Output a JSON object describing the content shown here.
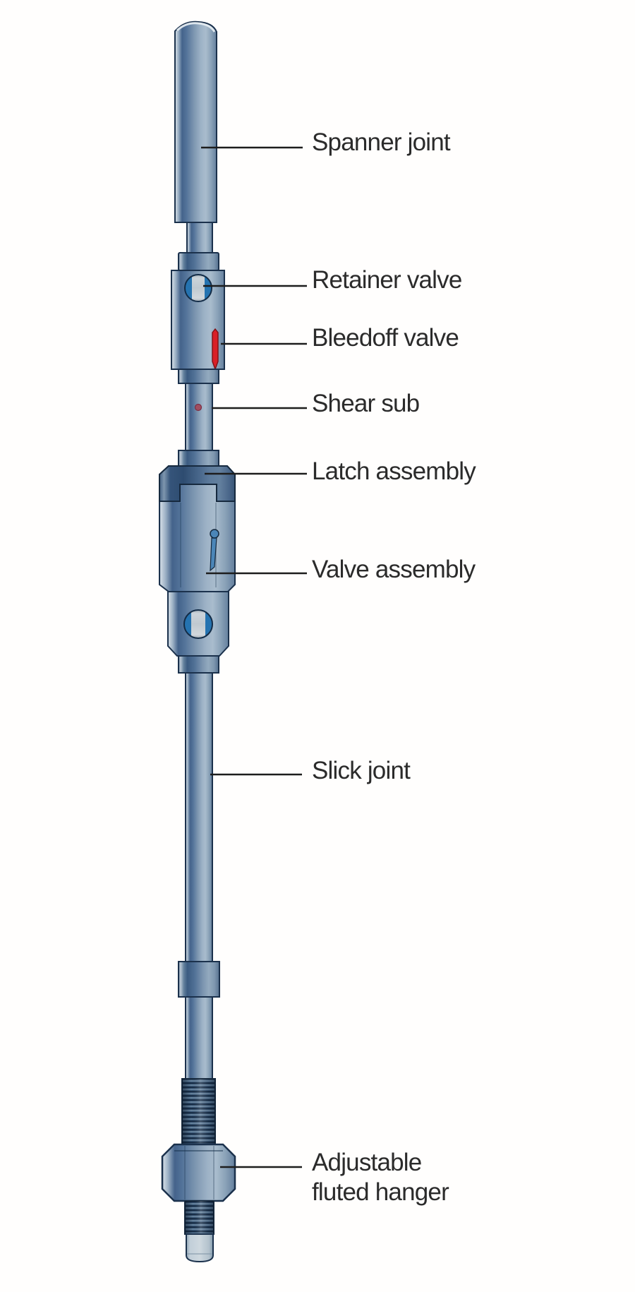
{
  "diagram": {
    "labels": {
      "spanner_joint": "Spanner joint",
      "retainer_valve": "Retainer valve",
      "bleedoff_valve": "Bleedoff valve",
      "shear_sub": "Shear sub",
      "latch_assembly": "Latch assembly",
      "valve_assembly": "Valve assembly",
      "slick_joint": "Slick joint",
      "adjustable_fluted_hanger_line1": "Adjustable",
      "adjustable_fluted_hanger_line2": "fluted hanger"
    },
    "colors": {
      "background": "#ffffff",
      "label_text": "#2b2b2b",
      "leader_line": "#1d1d1d",
      "steel_highlight": "#ccd7e1",
      "steel_mid": "#7e97b1",
      "steel_shadow": "#41628b",
      "outline_navy": "#1b314c",
      "valve_ball_blue": "#2573b0",
      "valve_bore_gray": "#c8d0d6",
      "bleedoff_red": "#d92027",
      "shear_pin_maroon": "#a04e60"
    }
  }
}
